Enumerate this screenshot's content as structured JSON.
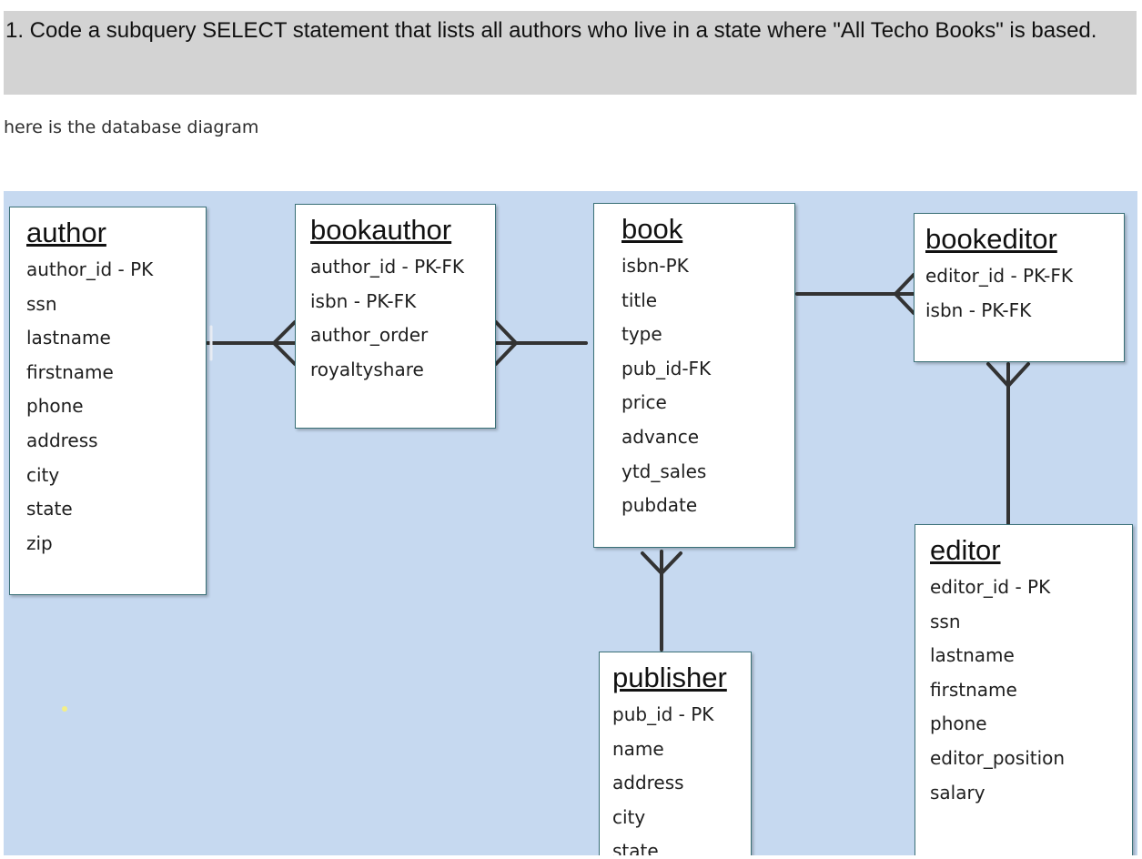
{
  "question": {
    "text": "1. Code a subquery SELECT statement that lists all authors who live in a state where \"All Techo Books\" is based."
  },
  "intro": {
    "text": "here is the database diagram"
  },
  "diagram": {
    "background": "#c6d9f0",
    "entities": {
      "author": {
        "title": "author",
        "fields": [
          "author_id - PK",
          "ssn",
          "lastname",
          "firstname",
          "phone",
          "address",
          "city",
          "state",
          "zip"
        ]
      },
      "bookauthor": {
        "title": "bookauthor",
        "fields": [
          "author_id - PK-FK",
          "isbn - PK-FK",
          "author_order",
          "royaltyshare"
        ]
      },
      "book": {
        "title": "book",
        "fields": [
          "isbn-PK",
          "title",
          "type",
          "pub_id-FK",
          "price",
          "advance",
          "ytd_sales",
          "pubdate"
        ]
      },
      "bookeditor": {
        "title": "bookeditor",
        "fields": [
          "editor_id - PK-FK",
          "isbn - PK-FK"
        ]
      },
      "editor": {
        "title": "editor",
        "fields": [
          "editor_id - PK",
          "ssn",
          "lastname",
          "firstname",
          "phone",
          "editor_position",
          "salary"
        ]
      },
      "publisher": {
        "title": "publisher",
        "fields": [
          "pub_id - PK",
          "name",
          "address",
          "city",
          "state"
        ]
      }
    }
  }
}
